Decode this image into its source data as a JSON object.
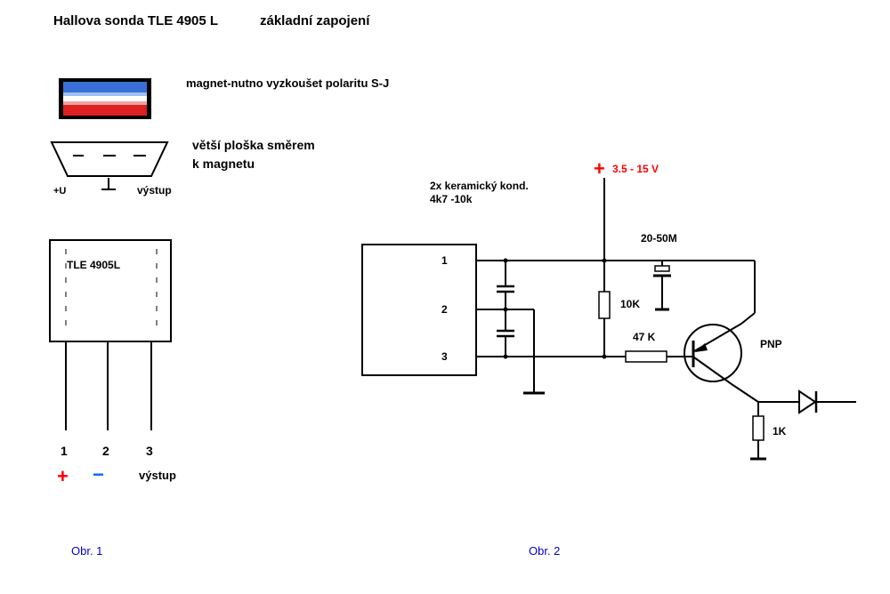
{
  "title": "Hallova sonda TLE 4905 L",
  "subtitle": "základní zapojení",
  "magnet_note": "magnet-nutno vyzkoušet  polaritu S-J",
  "face_note_line1": "větší ploška směrem",
  "face_note_line2": "k magnetu",
  "face_pins": {
    "plus_u": "+U",
    "output": "výstup"
  },
  "chip_label": "TLE 4905L",
  "pin_numbers": [
    "1",
    "2",
    "3"
  ],
  "pin_plus": "+",
  "pin_minus": "−",
  "pin_output": "výstup",
  "caption1": "Obr. 1",
  "caption2": "Obr. 2",
  "schematic": {
    "supply_plus": "+",
    "supply": "3.5 - 15 V",
    "caps_line1": "2x keramický kond.",
    "caps_line2": "4k7 -10k",
    "chip_pins": [
      "1",
      "2",
      "3"
    ],
    "r10k": "10K",
    "cap_big": "20-50M",
    "r47k": "47 K",
    "transistor": "PNP",
    "r1k": "1K"
  },
  "colors": {
    "red": "#ff0000",
    "blue": "#0066ff",
    "caption": "#0000cc",
    "magnet_red": "#dd2020",
    "magnet_blue": "#3a6fd8"
  }
}
